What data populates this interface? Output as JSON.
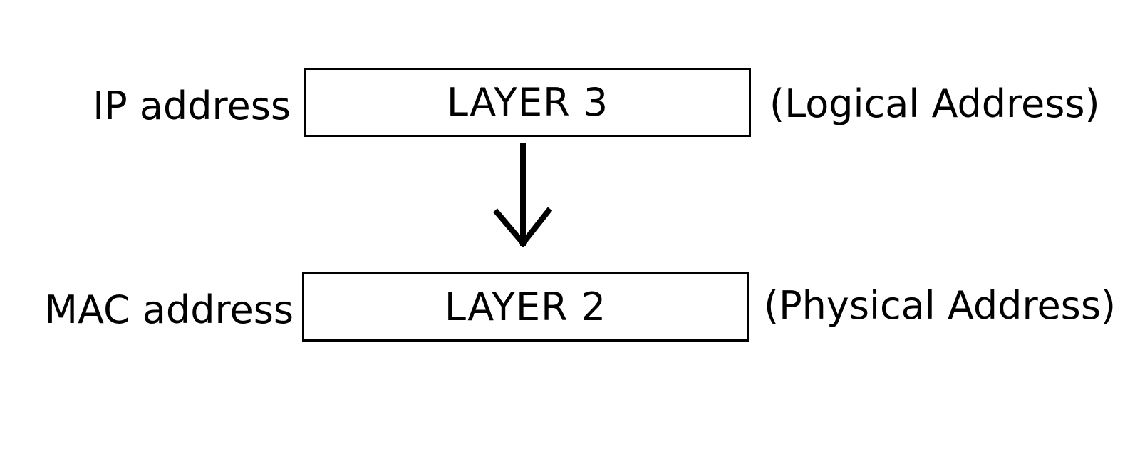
{
  "layers": {
    "upper": {
      "box_label": "LAYER 3",
      "left_label": "IP address",
      "right_label": "(Logical Address)"
    },
    "lower": {
      "box_label": "LAYER 2",
      "left_label": "MAC address",
      "right_label": "(Physical Address)"
    }
  },
  "colors": {
    "stroke": "#000000",
    "background": "#ffffff"
  },
  "arrow": {
    "from": "LAYER 3",
    "to": "LAYER 2",
    "direction": "down"
  }
}
